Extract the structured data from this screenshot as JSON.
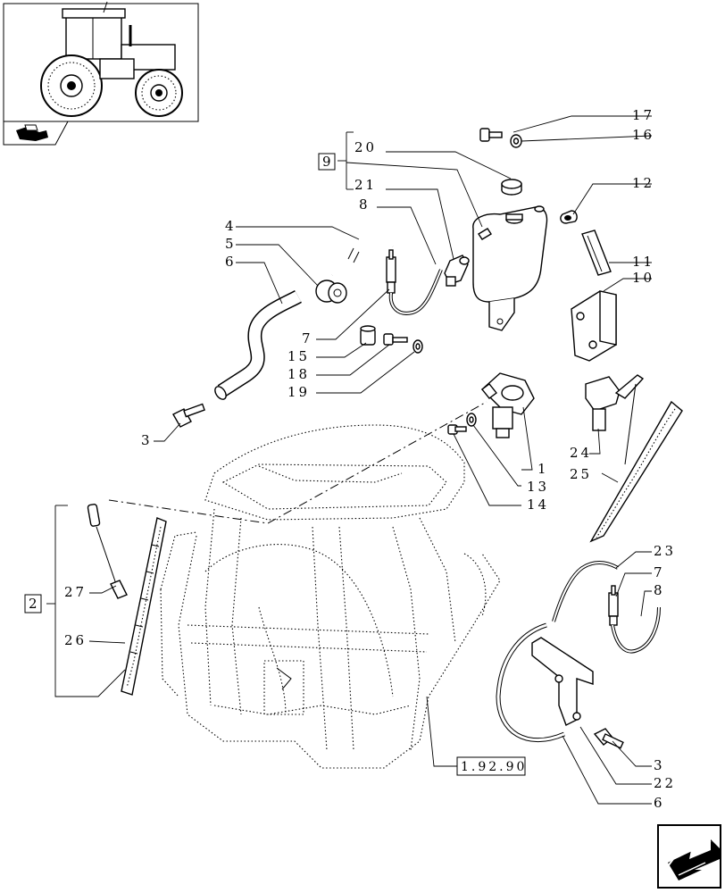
{
  "diagram": {
    "callouts": [
      {
        "id": "c17",
        "text": "17"
      },
      {
        "id": "c16",
        "text": "16"
      },
      {
        "id": "c20",
        "text": "20"
      },
      {
        "id": "c9",
        "text": "9"
      },
      {
        "id": "c21",
        "text": "21"
      },
      {
        "id": "c12",
        "text": "12"
      },
      {
        "id": "c8a",
        "text": "8"
      },
      {
        "id": "c4",
        "text": "4"
      },
      {
        "id": "c5",
        "text": "5"
      },
      {
        "id": "c6a",
        "text": "6"
      },
      {
        "id": "c11",
        "text": "11"
      },
      {
        "id": "c10",
        "text": "10"
      },
      {
        "id": "c7a",
        "text": "7"
      },
      {
        "id": "c15",
        "text": "15"
      },
      {
        "id": "c18",
        "text": "18"
      },
      {
        "id": "c19",
        "text": "19"
      },
      {
        "id": "c3a",
        "text": "3"
      },
      {
        "id": "c24",
        "text": "24"
      },
      {
        "id": "c25",
        "text": "25"
      },
      {
        "id": "c1",
        "text": "1"
      },
      {
        "id": "c13",
        "text": "13"
      },
      {
        "id": "c14",
        "text": "14"
      },
      {
        "id": "c23",
        "text": "23"
      },
      {
        "id": "c7b",
        "text": "7"
      },
      {
        "id": "c8b",
        "text": "8"
      },
      {
        "id": "c2",
        "text": "2"
      },
      {
        "id": "c27",
        "text": "27"
      },
      {
        "id": "c26",
        "text": "26"
      },
      {
        "id": "c3b",
        "text": "3"
      },
      {
        "id": "c22",
        "text": "22"
      },
      {
        "id": "c6b",
        "text": "6"
      }
    ],
    "reference": "1.92.90"
  }
}
